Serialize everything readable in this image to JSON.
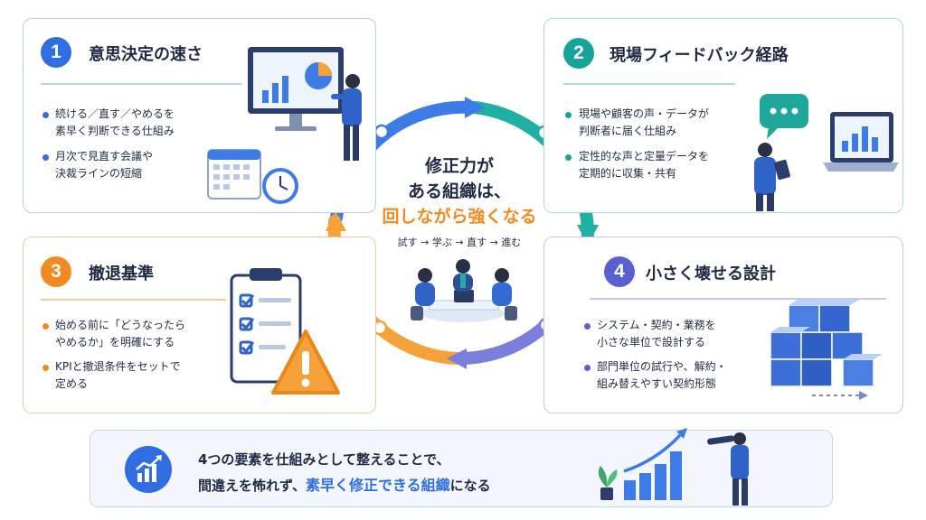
{
  "center": {
    "line1": "修正力が",
    "line2": "ある組織は、",
    "line3": "回しながら強くなる",
    "steps": "試す → 学ぶ → 直す → 進む"
  },
  "cards": [
    {
      "number": "1",
      "title": "意思決定の速さ",
      "bullets": [
        "続ける／直す／やめるを",
        "素早く判断できる仕組み",
        "月次で見直す会議や",
        "決裁ラインの短縮"
      ]
    },
    {
      "number": "2",
      "title": "現場フィードバック経路",
      "bullets": [
        "現場や顧客の声・データが",
        "判断者に届く仕組み",
        "定性的な声と定量データを",
        "定期的に収集・共有"
      ]
    },
    {
      "number": "3",
      "title": "撤退基準",
      "bullets": [
        "始める前に「どうなったら",
        "やめるか」を明確にする",
        "KPIと撤退条件をセットで",
        "定める"
      ]
    },
    {
      "number": "4",
      "title": "小さく壊せる設計",
      "bullets": [
        "システム・契約・業務を",
        "小さな単位で設計する",
        "部門単位の試行や、解約・",
        "組み替えやすい契約形態"
      ]
    }
  ],
  "banner": {
    "line1": "4つの要素を仕組みとして整えることで、",
    "line2_prefix": "間違えを怖れず、",
    "line2_highlight": "素早く修正できる組織",
    "line2_suffix": "になる"
  },
  "colors": {
    "blue": "#2f6de0",
    "teal": "#17a398",
    "orange": "#f28a1f",
    "purple": "#5b5fcf",
    "navy": "#1f2a44"
  }
}
